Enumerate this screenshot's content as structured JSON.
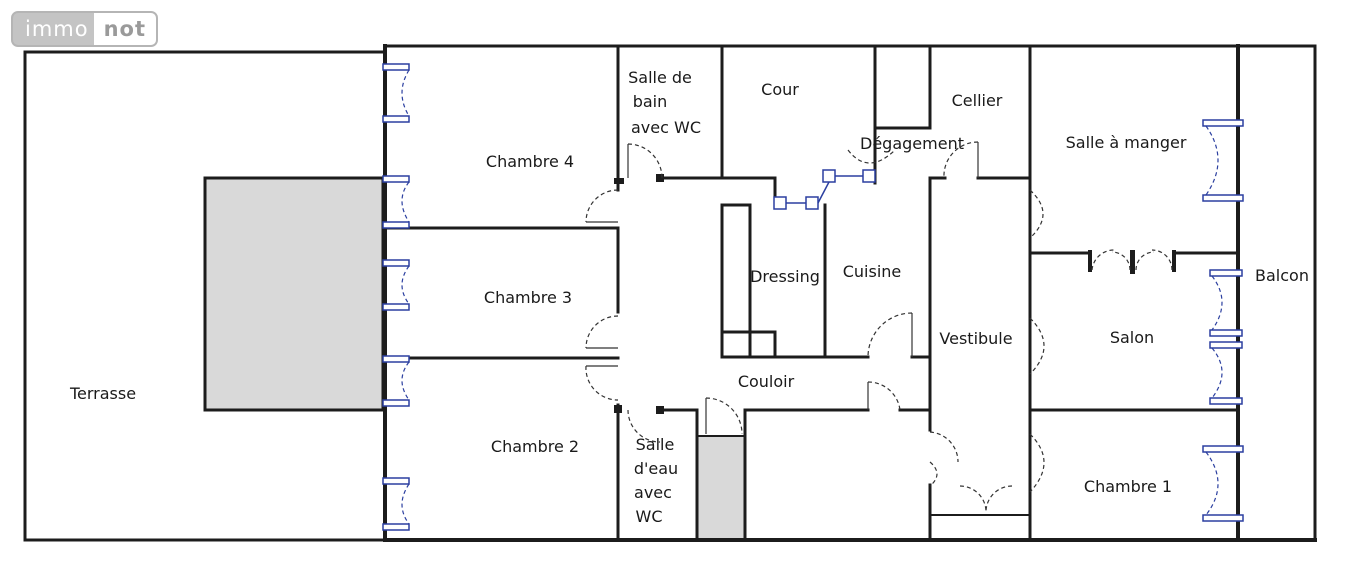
{
  "logo": {
    "part1": "immo",
    "part2": "not"
  },
  "rooms": {
    "terrasse": "Terrasse",
    "chambre4": "Chambre 4",
    "chambre3": "Chambre 3",
    "chambre2": "Chambre 2",
    "chambre1": "Chambre 1",
    "salle_bain": [
      "Salle de",
      "bain",
      "avec WC"
    ],
    "salle_eau": [
      "Salle",
      "d'eau",
      "avec",
      "WC"
    ],
    "cour": "Cour",
    "cellier": "Cellier",
    "degagement": "Dégagement",
    "salle_manger": "Salle à manger",
    "dressing": "Dressing",
    "cuisine": "Cuisine",
    "vestibule": "Vestibule",
    "salon": "Salon",
    "balcon": "Balcon",
    "couloir": "Couloir"
  }
}
